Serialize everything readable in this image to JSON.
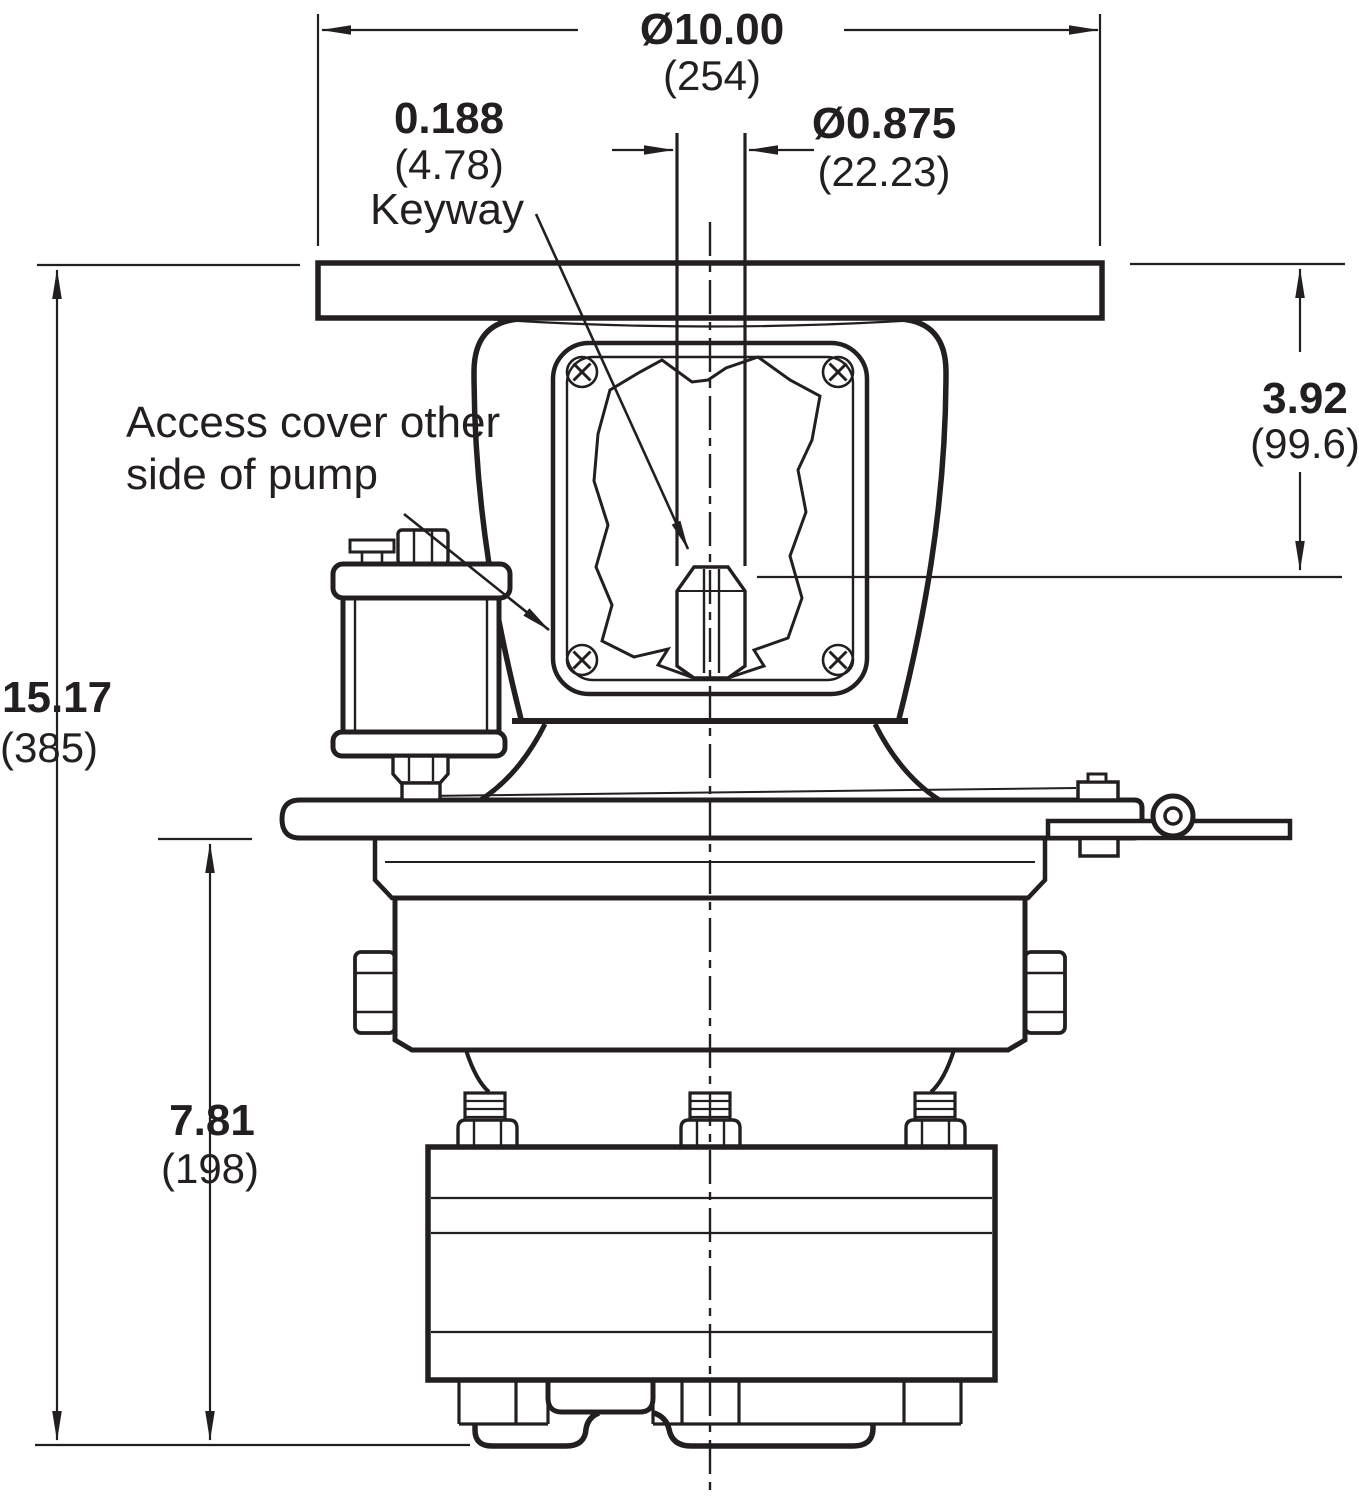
{
  "page": {
    "background": "#ffffff",
    "ink_color": "#231f20"
  },
  "dimensions": {
    "flange_diameter": {
      "value": "Ø10.00",
      "metric": "(254)"
    },
    "keyway": {
      "value": "0.188",
      "metric": "(4.78)",
      "label": "Keyway"
    },
    "shaft_diameter": {
      "value": "Ø0.875",
      "metric": "(22.23)"
    },
    "shaft_extension": {
      "value": "3.92",
      "metric": "(99.6)"
    },
    "overall_height": {
      "value": "15.17",
      "metric": "(385)"
    },
    "base_height": {
      "value": "7.81",
      "metric": "(198)"
    }
  },
  "annotations": {
    "access_cover_line1": "Access cover other",
    "access_cover_line2": "side of pump"
  }
}
